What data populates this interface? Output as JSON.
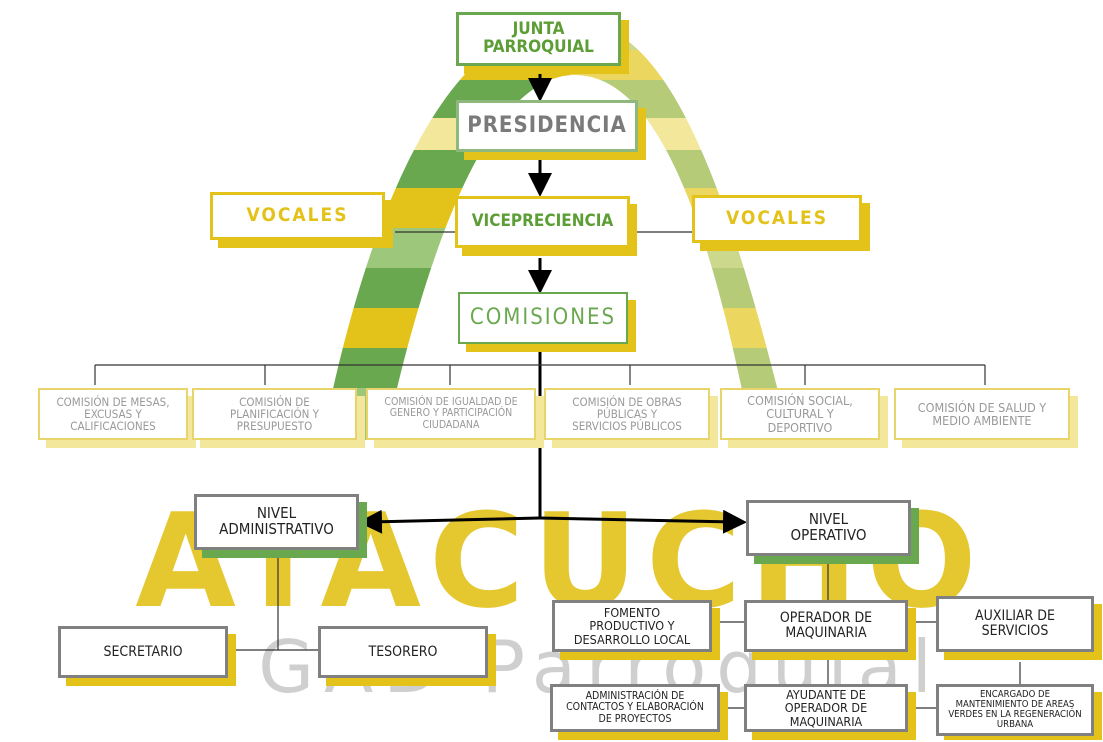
{
  "colors": {
    "green": "#6aa84f",
    "light_green": "#9dc77a",
    "yellow": "#e3c21a",
    "pale_yellow": "#f2e79a",
    "gray": "#808080"
  },
  "watermark": {
    "line1": "ATACUCHO",
    "line2": "GAD Parroquial"
  },
  "top": {
    "junta": "JUNTA PARROQUIAL",
    "presidencia": "PRESIDENCIA",
    "vocales_left": "VOCALES",
    "vicepresidencia": "VICEPRECIENCIA",
    "vocales_right": "VOCALES",
    "comisiones": "COMISIONES"
  },
  "commissions": [
    {
      "line1": "COMISIÓN DE MESAS,",
      "line2": "EXCUSAS Y",
      "line3": "CALIFICACIONES"
    },
    {
      "line1": "COMISIÓN DE",
      "line2": "PLANIFICACIÓN Y",
      "line3": "PRESUPUESTO"
    },
    {
      "line1": "COMISIÓN DE IGUALDAD DE",
      "line2": "GENERO Y PARTICIPACIÓN",
      "line3": "CIUDADANA"
    },
    {
      "line1": "COMISIÓN DE OBRAS",
      "line2": "PÚBLICAS Y",
      "line3": "SERVICIOS PÚBLICOS"
    },
    {
      "line1": "COMISIÓN SOCIAL,",
      "line2": "CULTURAL Y",
      "line3": "DEPORTIVO"
    },
    {
      "line1": "COMISIÓN DE SALUD Y",
      "line2": "MEDIO AMBIENTE",
      "line3": ""
    }
  ],
  "levels": {
    "admin": {
      "line1": "NIVEL",
      "line2": "ADMINISTRATIVO"
    },
    "oper": {
      "line1": "NIVEL",
      "line2": "OPERATIVO"
    }
  },
  "admin_staff": {
    "secretario": "SECRETARIO",
    "tesorero": "TESORERO"
  },
  "oper_staff": {
    "fomento": {
      "line1": "FOMENTO",
      "line2": "PRODUCTIVO Y",
      "line3": "DESARROLLO LOCAL"
    },
    "operador": {
      "line1": "OPERADOR DE",
      "line2": "MAQUINARIA"
    },
    "auxiliar": {
      "line1": "AUXILIAR DE",
      "line2": "SERVICIOS"
    },
    "administracion": {
      "line1": "ADMINISTRACIÓN DE",
      "line2": "CONTACTOS Y ELABORACIÓN",
      "line3": "DE PROYECTOS"
    },
    "ayudante": {
      "line1": "AYUDANTE DE",
      "line2": "OPERADOR DE",
      "line3": "MAQUINARIA"
    },
    "encargado": {
      "line1": "ENCARGADO DE",
      "line2": "MANTENIMIENTO DE AREAS",
      "line3": "VERDES EN LA REGENERACIÓN",
      "line4": "URBANA"
    }
  }
}
